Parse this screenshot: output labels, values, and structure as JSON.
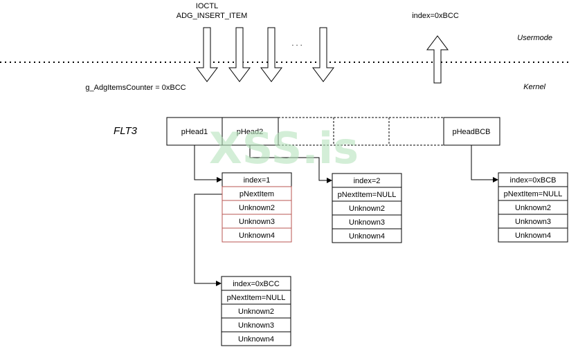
{
  "labels": {
    "ioctl_line1": "IOCTL",
    "ioctl_line2": "ADG_INSERT_ITEM",
    "ellipsis": ". . .",
    "index_top": "index=0xBCC",
    "usermode": "Usermode",
    "kernel": "Kernel",
    "counter": "g_AdgItemsCounter = 0xBCC",
    "flt3": "FLT3",
    "watermark": "XSS.is"
  },
  "head_array": {
    "cells": [
      "pHead1",
      "pHead2",
      "",
      "",
      "",
      "pHeadBCB"
    ]
  },
  "items": [
    {
      "id": "item1",
      "highlight": true,
      "fields": [
        "index=1",
        "pNextItem",
        "Unknown2",
        "Unknown3",
        "Unknown4"
      ]
    },
    {
      "id": "item2",
      "highlight": false,
      "fields": [
        "index=2",
        "pNextItem=NULL",
        "Unknown2",
        "Unknown3",
        "Unknown4"
      ]
    },
    {
      "id": "itemBCB",
      "highlight": false,
      "fields": [
        "index=0xBCB",
        "pNextItem=NULL",
        "Unknown2",
        "Unknown3",
        "Unknown4"
      ]
    },
    {
      "id": "itemBCC",
      "highlight": false,
      "fields": [
        "index=0xBCC",
        "pNextItem=NULL",
        "Unknown2",
        "Unknown3",
        "Unknown4"
      ]
    }
  ],
  "colors": {
    "line": "#000000",
    "highlight_border": "#b85450",
    "watermark": "#b7e3bd"
  }
}
